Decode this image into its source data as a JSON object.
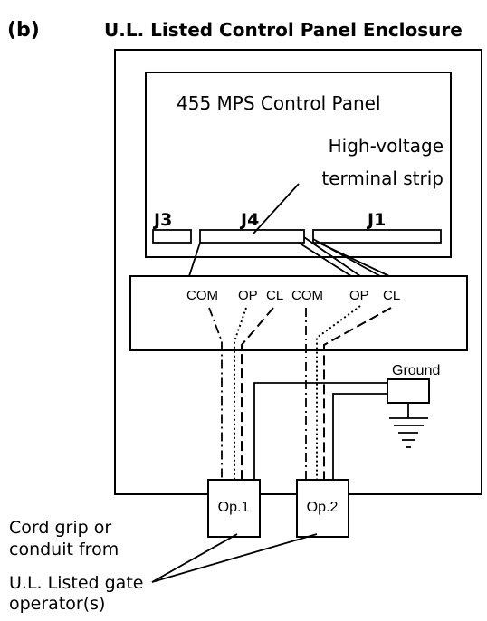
{
  "figure": {
    "label": "(b)",
    "title": "U.L. Listed Control Panel Enclosure"
  },
  "panel": {
    "title": "455 MPS Control Panel",
    "hv_line1": "High-voltage",
    "hv_line2": "terminal strip",
    "connectors": {
      "j3": "J3",
      "j4": "J4",
      "j1": "J1"
    }
  },
  "terminal_block": {
    "labels": [
      "COM",
      "OP",
      "CL",
      "COM",
      "OP",
      "CL"
    ]
  },
  "ground": {
    "label": "Ground"
  },
  "operators": {
    "op1": "Op.1",
    "op2": "Op.2"
  },
  "notes": {
    "cord_line1": "Cord grip or",
    "cord_line2": "conduit from",
    "gate_line1": "U.L. Listed gate",
    "gate_line2": "operator(s)"
  },
  "colors": {
    "ink": "#000000",
    "paper": "#ffffff"
  }
}
